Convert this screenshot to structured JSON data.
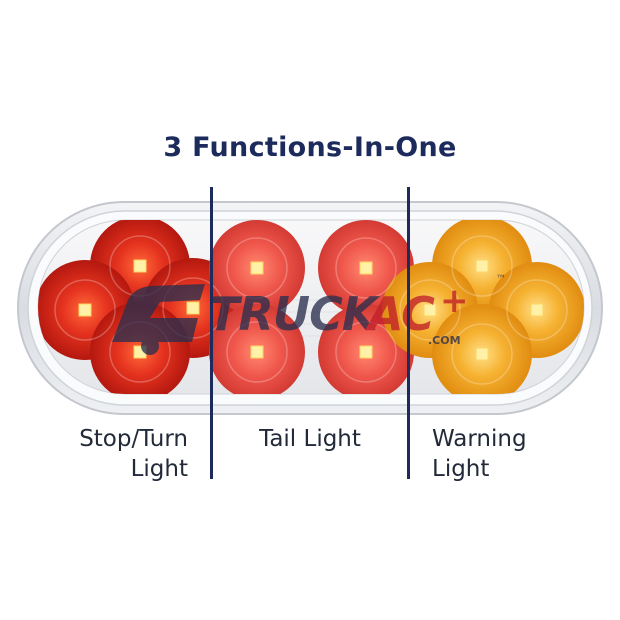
{
  "title": "3 Functions-In-One",
  "sections": [
    {
      "line1": "Stop/Turn",
      "line2": "Light",
      "color": "#d62a1e"
    },
    {
      "line1": "Tail Light",
      "line2": "",
      "color": "#e8443b"
    },
    {
      "line1": "Warning",
      "line2": "Light",
      "color": "#f2a31a"
    }
  ],
  "watermark": {
    "main": "TRUCK",
    "ac": "AC",
    "plus": "+",
    "domain": ".COM",
    "tm": "™"
  },
  "colors": {
    "navy": "#1c2a5c",
    "red": "#d62a1e",
    "amber": "#f2a31a"
  }
}
